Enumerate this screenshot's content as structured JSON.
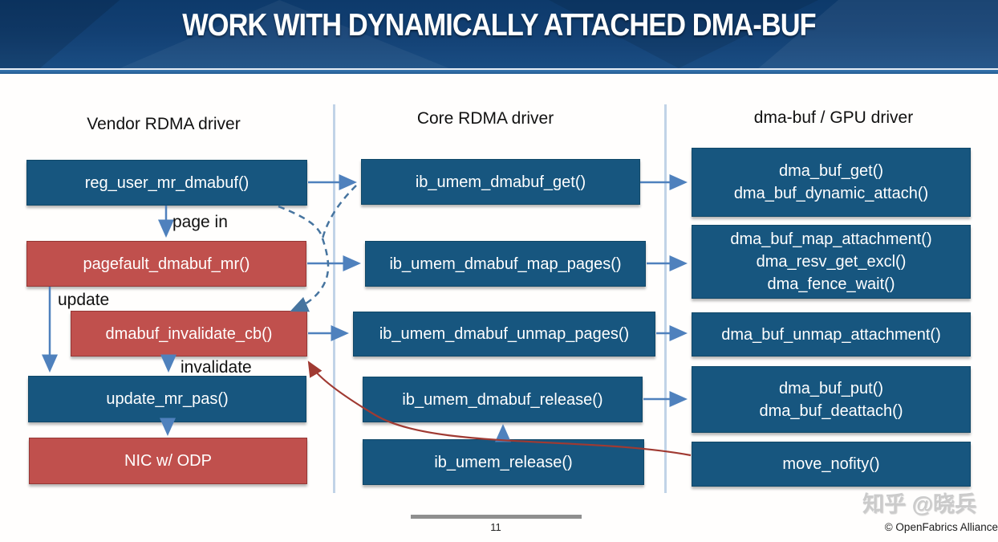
{
  "title": "WORK WITH DYNAMICALLY ATTACHED DMA-BUF",
  "columns": [
    {
      "id": "vendor",
      "header": "Vendor RDMA driver"
    },
    {
      "id": "core",
      "header": "Core RDMA driver"
    },
    {
      "id": "gpu",
      "header": "dma-buf / GPU driver"
    }
  ],
  "boxes": {
    "reg_user": {
      "label": "reg_user_mr_dmabuf()",
      "color": "blue",
      "column": "vendor"
    },
    "pagefault": {
      "label": "pagefault_dmabuf_mr()",
      "color": "red",
      "column": "vendor"
    },
    "invalidate_cb": {
      "label": "dmabuf_invalidate_cb()",
      "color": "red",
      "column": "vendor"
    },
    "update_mr": {
      "label": "update_mr_pas()",
      "color": "blue",
      "column": "vendor"
    },
    "nic": {
      "label": "NIC w/ ODP",
      "color": "red",
      "column": "vendor"
    },
    "get": {
      "label": "ib_umem_dmabuf_get()",
      "color": "blue",
      "column": "core"
    },
    "map": {
      "label": "ib_umem_dmabuf_map_pages()",
      "color": "blue",
      "column": "core"
    },
    "unmap": {
      "label": "ib_umem_dmabuf_unmap_pages()",
      "color": "blue",
      "column": "core"
    },
    "release": {
      "label": "ib_umem_dmabuf_release()",
      "color": "blue",
      "column": "core"
    },
    "umem_release": {
      "label": "ib_umem_release()",
      "color": "blue",
      "column": "core"
    },
    "buf_get": {
      "lines": [
        "dma_buf_get()",
        "dma_buf_dynamic_attach()"
      ],
      "color": "blue",
      "column": "gpu"
    },
    "buf_map": {
      "lines": [
        "dma_buf_map_attachment()",
        "dma_resv_get_excl()",
        "dma_fence_wait()"
      ],
      "color": "blue",
      "column": "gpu"
    },
    "buf_unmap": {
      "label": "dma_buf_unmap_attachment()",
      "color": "blue",
      "column": "gpu"
    },
    "buf_put": {
      "lines": [
        "dma_buf_put()",
        "dma_buf_deattach()"
      ],
      "color": "blue",
      "column": "gpu"
    },
    "move_notify": {
      "label": "move_nofity()",
      "color": "blue",
      "column": "gpu"
    }
  },
  "edge_labels": {
    "page_in": "page in",
    "update": "update",
    "invalidate": "invalidate"
  },
  "edges": [
    {
      "from": "reg_user",
      "to": "get",
      "style": "solid"
    },
    {
      "from": "pagefault",
      "to": "map",
      "style": "solid"
    },
    {
      "from": "invalidate_cb",
      "to": "unmap",
      "style": "solid"
    },
    {
      "from": "release",
      "to": "buf_put",
      "style": "solid"
    },
    {
      "from": "get",
      "to": "buf_get",
      "style": "solid"
    },
    {
      "from": "map",
      "to": "buf_map",
      "style": "solid"
    },
    {
      "from": "unmap",
      "to": "buf_unmap",
      "style": "solid"
    },
    {
      "from": "reg_user",
      "to": "pagefault",
      "style": "solid",
      "label_key": "page_in"
    },
    {
      "from": "pagefault",
      "to": "update_mr",
      "style": "solid",
      "label_key": "update"
    },
    {
      "from": "invalidate_cb",
      "to": "update_mr",
      "style": "solid",
      "label_key": "invalidate"
    },
    {
      "from": "update_mr",
      "to": "nic",
      "style": "solid"
    },
    {
      "from": "umem_release",
      "to": "release",
      "style": "solid"
    },
    {
      "from": "reg_user",
      "to": "invalidate_cb",
      "style": "dashed"
    },
    {
      "from": "get",
      "to": "invalidate_cb",
      "style": "dashed"
    },
    {
      "from": "move_notify",
      "to": "invalidate_cb",
      "style": "red-curve"
    }
  ],
  "footer": {
    "page_number": "11",
    "copyright": "© OpenFabrics Alliance",
    "watermark": "知乎 @晓兵"
  },
  "colors": {
    "banner_blue": "#123f72",
    "box_blue": "#17567f",
    "box_red": "#c0504d",
    "arrow_blue": "#4f81bd",
    "dashed_blue": "#46749f",
    "arrow_red": "#a03a32",
    "divider_blue": "#c1d3e7",
    "footer_bar_gray": "#8f8f8f"
  }
}
